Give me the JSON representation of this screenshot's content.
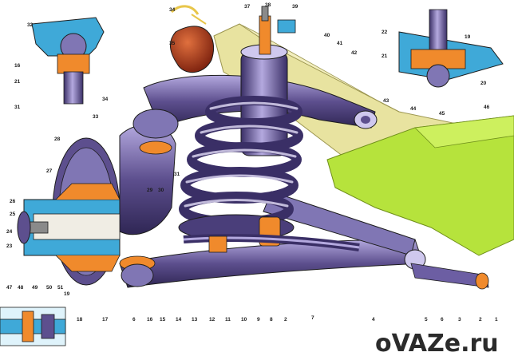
{
  "diagram": {
    "callouts_left_top": [
      "32",
      "16",
      "21",
      "31"
    ],
    "callouts_right_top": [
      "22",
      "19",
      "21",
      "20"
    ],
    "callouts_upper": [
      "34",
      "35",
      "37",
      "38",
      "39",
      "40",
      "41",
      "42",
      "43",
      "44",
      "45",
      "46"
    ],
    "callouts_mid_left": [
      "34",
      "33",
      "28",
      "31",
      "27",
      "29",
      "30",
      "26",
      "25",
      "24",
      "23"
    ],
    "callouts_bottom": [
      "47",
      "48",
      "49",
      "50",
      "51",
      "19",
      "18",
      "17",
      "6",
      "16",
      "15",
      "14",
      "13",
      "12",
      "11",
      "10",
      "9",
      "8",
      "2",
      "7",
      "4",
      "5",
      "6",
      "3",
      "2",
      "1"
    ]
  },
  "watermark": "oVAZe.ru",
  "colors": {
    "frame_yellow": "#e8e3a0",
    "subframe_green": "#b6e33c",
    "body_purple": "#5d4f8e",
    "spring_purple": "#4a3e7a",
    "highlight": "#d9d3ef",
    "section_blue": "#3fa9d8",
    "bush_orange": "#f08a2c",
    "boot_red": "#b33a1c",
    "line": "#1d1d1d"
  }
}
